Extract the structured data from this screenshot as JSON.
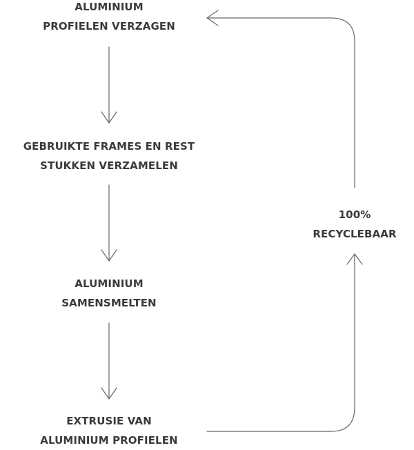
{
  "steps": [
    {
      "line1": "ALUMINIUM",
      "line2": "PROFIELEN VERZAGEN"
    },
    {
      "line1": "GEBRUIKTE FRAMES EN REST",
      "line2": "STUKKEN VERZAMELEN"
    },
    {
      "line1": "ALUMINIUM",
      "line2": "SAMENSMELTEN"
    },
    {
      "line1": "EXTRUSIE VAN",
      "line2": "ALUMINIUM PROFIELEN"
    }
  ],
  "recycle": {
    "line1": "100%",
    "line2": "RECYCLEBAAR"
  },
  "colors": {
    "text": "#3a3a3a",
    "arrow": "#666666",
    "background": "#ffffff"
  }
}
